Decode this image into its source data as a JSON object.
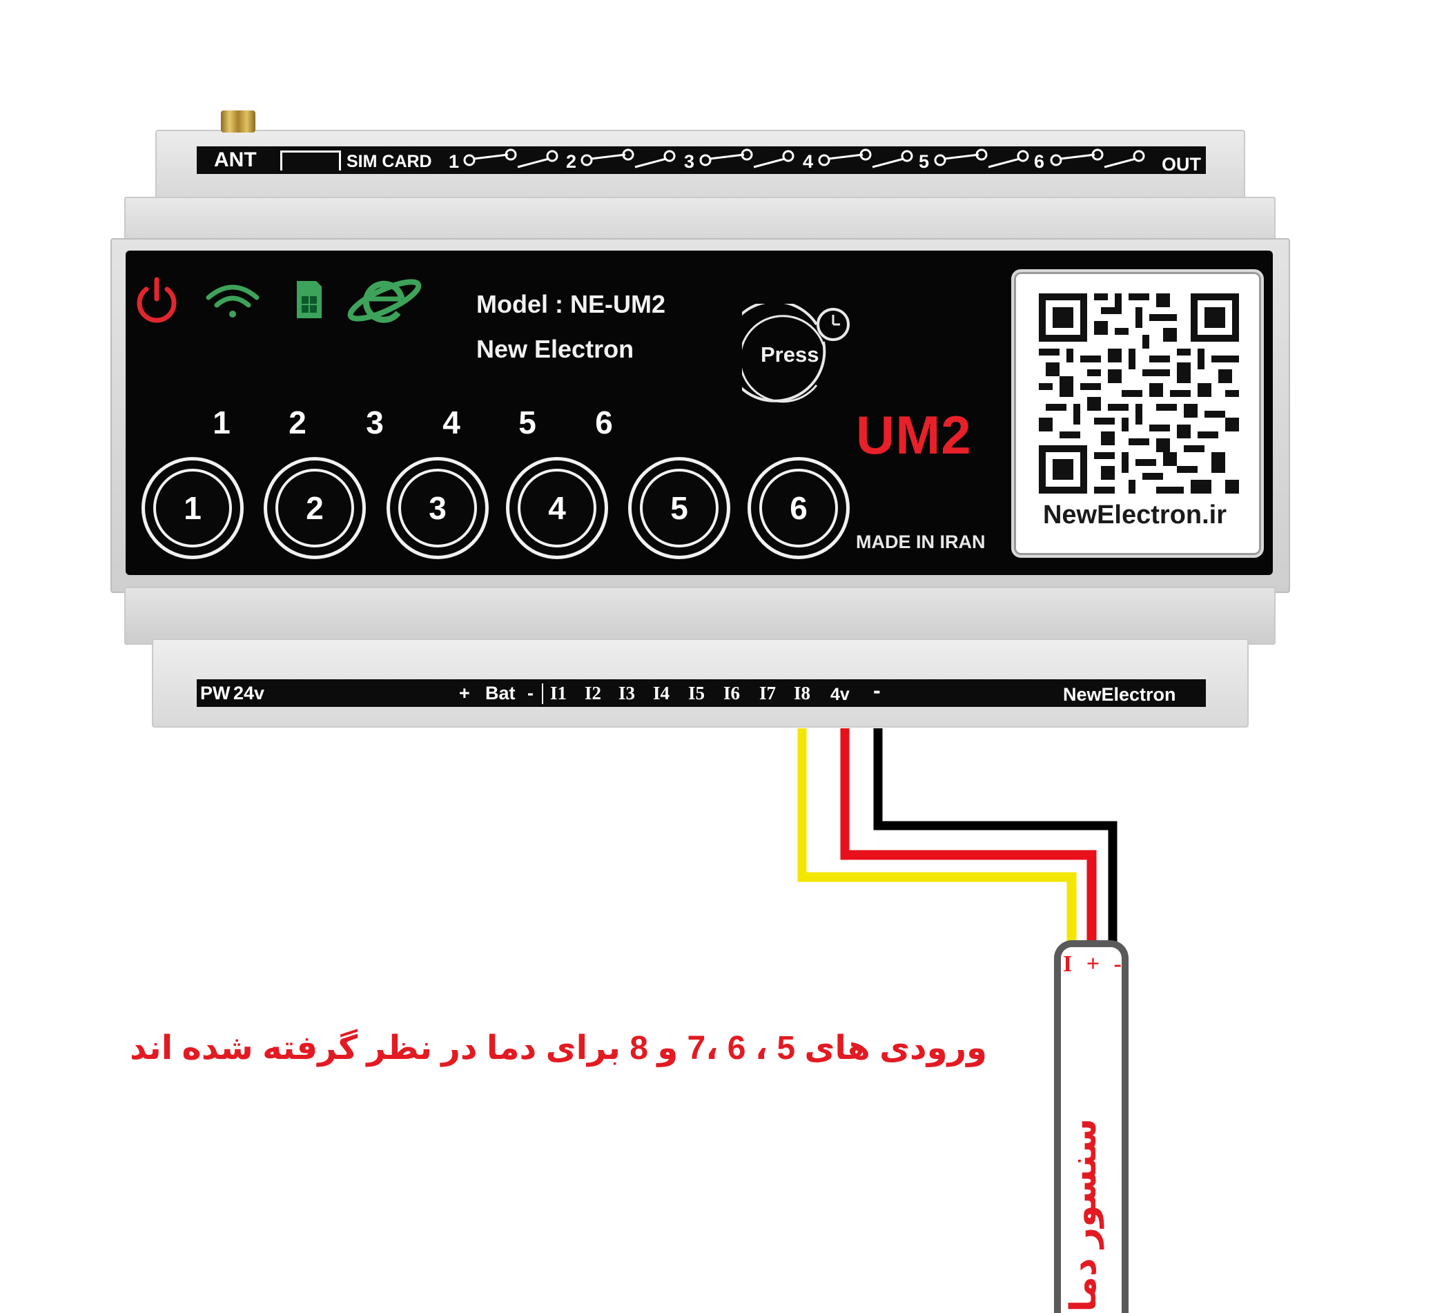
{
  "top_strip": {
    "ant": "ANT",
    "sim_card": "SIM CARD",
    "relays": [
      "1",
      "2",
      "3",
      "4",
      "5",
      "6"
    ],
    "out": "OUT"
  },
  "panel": {
    "model": "Model : NE-UM2",
    "brand": "New Electron",
    "press": "Press",
    "product": "UM2",
    "made_in": "MADE IN IRAN",
    "website": "NewElectron.ir",
    "channel_numbers": [
      "1",
      "2",
      "3",
      "4",
      "5",
      "6"
    ],
    "buttons": [
      "1",
      "2",
      "3",
      "4",
      "5",
      "6"
    ],
    "status_icons": [
      "power-icon",
      "wifi-icon",
      "sim-icon",
      "internet-icon"
    ],
    "status_colors": {
      "power": "#e3262e",
      "wifi": "#3ea35a",
      "sim": "#3ea35a",
      "internet": "#3ea35a"
    }
  },
  "bottom_strip": {
    "power": "PW",
    "voltage": "24v",
    "plus": "+",
    "bat": "Bat",
    "minus": "-",
    "inputs": [
      "I1",
      "I2",
      "I3",
      "I4",
      "I5",
      "I6",
      "I7",
      "I8"
    ],
    "v4": "4v",
    "gnd": "-",
    "brand": "NewElectron"
  },
  "wires": {
    "colors": {
      "signal": "#f3e600",
      "positive": "#e8101a",
      "negative": "#000000"
    }
  },
  "sensor": {
    "pins": "I + -",
    "name": "سنسور دما"
  },
  "note": "ورودی های 5 ، 6 ،7 و 8 برای دما در نظر گرفته شده اند"
}
